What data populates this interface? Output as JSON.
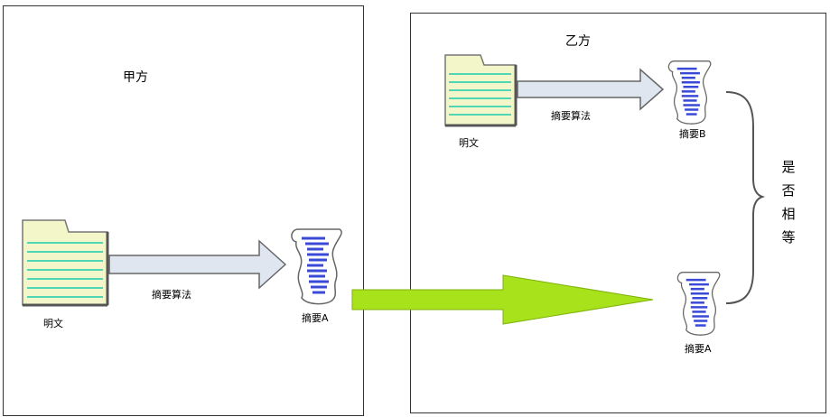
{
  "party_a": {
    "title": "甲方",
    "plaintext_label": "明文",
    "algorithm_label": "摘要算法",
    "digest_label": "摘要A"
  },
  "party_b": {
    "title": "乙方",
    "plaintext_label": "明文",
    "algorithm_label": "摘要算法",
    "digest_b_label": "摘要B",
    "digest_a_label": "摘要A",
    "compare_chars": [
      "是",
      "否",
      "相",
      "等"
    ]
  },
  "colors": {
    "folder_fill": "#f3f6c8",
    "folder_lines": "#4fd6b4",
    "scroll_lines": "#3a4ad6",
    "arrow_fill": "#dfe6f0",
    "transfer_arrow": "#a8e21a"
  },
  "icons": [
    "document-folder-icon",
    "digest-scroll-icon",
    "hollow-arrow-icon",
    "transfer-arrow-icon",
    "brace-icon"
  ]
}
